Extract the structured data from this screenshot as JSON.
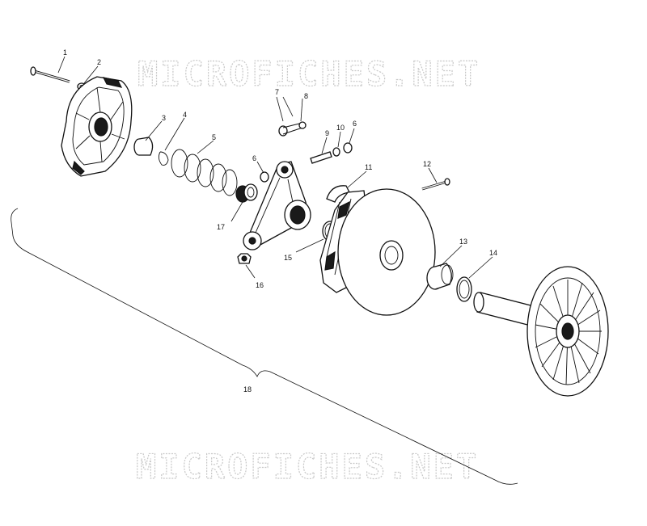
{
  "watermark": "MICROFICHES.NET",
  "callouts": [
    {
      "id": "1",
      "label": "1"
    },
    {
      "id": "2",
      "label": "2"
    },
    {
      "id": "3",
      "label": "3"
    },
    {
      "id": "4",
      "label": "4"
    },
    {
      "id": "5",
      "label": "5"
    },
    {
      "id": "6a",
      "label": "6"
    },
    {
      "id": "6b",
      "label": "6"
    },
    {
      "id": "7",
      "label": "7"
    },
    {
      "id": "8",
      "label": "8"
    },
    {
      "id": "9",
      "label": "9"
    },
    {
      "id": "10",
      "label": "10"
    },
    {
      "id": "11",
      "label": "11"
    },
    {
      "id": "12",
      "label": "12"
    },
    {
      "id": "13",
      "label": "13"
    },
    {
      "id": "14",
      "label": "14"
    },
    {
      "id": "15",
      "label": "15"
    },
    {
      "id": "16",
      "label": "16"
    },
    {
      "id": "17",
      "label": "17"
    },
    {
      "id": "18",
      "label": "18"
    }
  ]
}
